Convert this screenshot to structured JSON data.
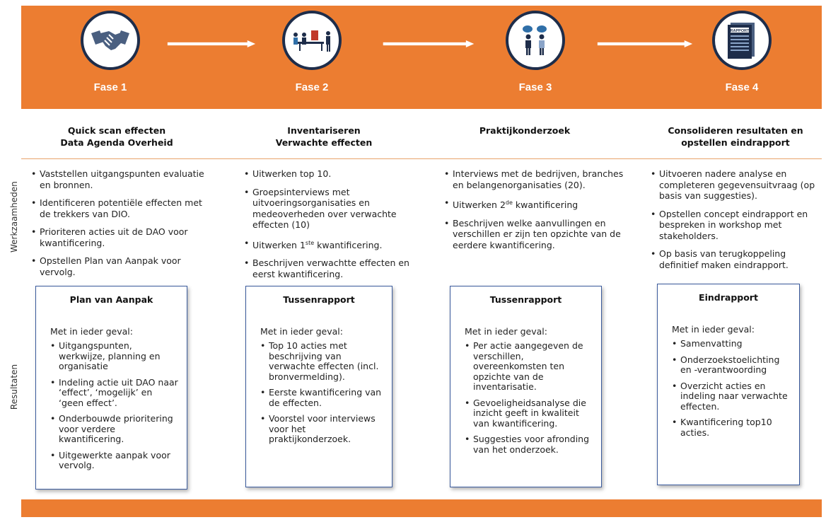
{
  "phases": [
    {
      "label": "Fase 1",
      "icon": "handshake-icon"
    },
    {
      "label": "Fase 2",
      "icon": "meeting-icon"
    },
    {
      "label": "Fase 3",
      "icon": "conversation-icon"
    },
    {
      "label": "Fase 4",
      "icon": "report-icon",
      "icon_text": "RAPPORT"
    }
  ],
  "columns": [
    {
      "title_line1": "Quick scan effecten",
      "title_line2": "Data Agenda Overheid"
    },
    {
      "title_line1": "Inventariseren",
      "title_line2": "Verwachte effecten"
    },
    {
      "title_line1": "Praktijkonderzoek",
      "title_line2": ""
    },
    {
      "title_line1": "Consolideren resultaten en",
      "title_line2": "opstellen eindrapport"
    }
  ],
  "side_labels": {
    "werkzaamheden": "Werkzaamheden",
    "resultaten": "Resultaten"
  },
  "activities": [
    [
      "Vaststellen uitgangspunten evaluatie en bronnen.",
      "Identificeren potentiële effecten met de trekkers van DIO.",
      "Prioriteren acties uit de DAO voor kwantificering.",
      "Opstellen Plan van Aanpak voor vervolg."
    ],
    [
      "Uitwerken top 10.",
      "Groepsinterviews met uitvoeringsorganisaties en medeoverheden over verwachte effecten (10)",
      "Uitwerken 1ste kwantificering.",
      "Beschrijven verwachtte effecten en eerst kwantificering."
    ],
    [
      "Interviews met de bedrijven, branches en belangenorganisaties (20).",
      "Uitwerken 2de kwantificering",
      "Beschrijven welke aanvullingen en verschillen er zijn ten opzichte van de eerdere kwantificering."
    ],
    [
      "Uitvoeren nadere analyse en completeren gegevensuitvraag (op basis van suggesties).",
      "Opstellen concept eindrapport en bespreken in workshop met stakeholders.",
      "Op basis van terugkoppeling definitief maken eindrapport."
    ]
  ],
  "results": [
    {
      "title": "Plan van Aanpak",
      "intro": "Met in ieder geval:",
      "items": [
        "Uitgangspunten, werkwijze, planning en organisatie",
        "Indeling actie uit DAO naar ‘effect’, ‘mogelijk’ en ‘geen effect’.",
        "Onderbouwde prioritering voor verdere kwantificering.",
        "Uitgewerkte aanpak voor vervolg."
      ]
    },
    {
      "title": "Tussenrapport",
      "intro": "Met in ieder geval:",
      "items": [
        "Top 10 acties met beschrijving van verwachte effecten (incl. bronvermelding).",
        "Eerste kwantificering van de effecten.",
        "Voorstel voor interviews voor het praktijkonderzoek."
      ]
    },
    {
      "title": "Tussenrapport",
      "intro": "Met in ieder geval:",
      "items": [
        "Per actie aangegeven de verschillen, overeenkomsten ten opzichte van de inventarisatie.",
        "Gevoeligheidsanalyse die inzicht geeft in kwaliteit van kwantificering.",
        "Suggesties voor afronding van het onderzoek."
      ]
    },
    {
      "title": "Eindrapport",
      "intro": "Met in ieder geval:",
      "items": [
        "Samenvatting",
        "Onderzoekstoelichting en -verantwoording",
        "Overzicht acties en indeling naar verwachte effecten.",
        "Kwantificering top10 acties."
      ]
    }
  ],
  "colors": {
    "banner": "#ec7d31",
    "icon_navy": "#1e2d4a",
    "icon_blue": "#2f6fa8",
    "box_border": "#3a5a9c"
  }
}
